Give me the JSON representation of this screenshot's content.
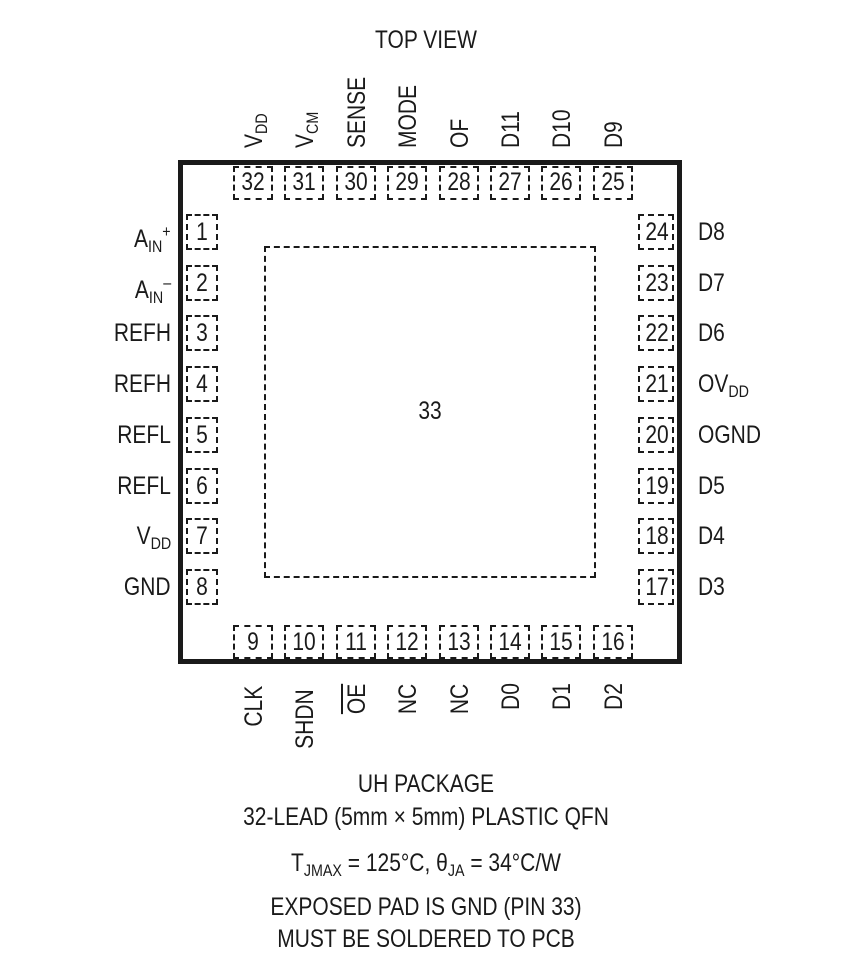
{
  "title": "TOP VIEW",
  "package": {
    "line1": "UH PACKAGE",
    "line2": "32-LEAD (5mm × 5mm) PLASTIC QFN",
    "thermal": {
      "tj": "T",
      "tj_sub": "JMAX",
      "tj_val": " = 125°C, ",
      "theta": "θ",
      "theta_sub": "JA",
      "theta_val": " = 34°C/W"
    },
    "note1": "EXPOSED PAD IS GND (PIN 33)",
    "note2": "MUST BE SOLDERED TO PCB"
  },
  "exposed_pad": "33",
  "left_pins": [
    {
      "num": "1",
      "name": "A",
      "sub": "IN",
      "sup": "+"
    },
    {
      "num": "2",
      "name": "A",
      "sub": "IN",
      "sup": "–"
    },
    {
      "num": "3",
      "name": "REFH"
    },
    {
      "num": "4",
      "name": "REFH"
    },
    {
      "num": "5",
      "name": "REFL"
    },
    {
      "num": "6",
      "name": "REFL"
    },
    {
      "num": "7",
      "name": "V",
      "sub": "DD"
    },
    {
      "num": "8",
      "name": "GND"
    }
  ],
  "right_pins": [
    {
      "num": "24",
      "name": "D8"
    },
    {
      "num": "23",
      "name": "D7"
    },
    {
      "num": "22",
      "name": "D6"
    },
    {
      "num": "21",
      "name": "OV",
      "sub": "DD"
    },
    {
      "num": "20",
      "name": "OGND"
    },
    {
      "num": "19",
      "name": "D5"
    },
    {
      "num": "18",
      "name": "D4"
    },
    {
      "num": "17",
      "name": "D3"
    }
  ],
  "top_pins": [
    {
      "num": "32",
      "name": "V",
      "sub": "DD"
    },
    {
      "num": "31",
      "name": "V",
      "sub": "CM"
    },
    {
      "num": "30",
      "name": "SENSE"
    },
    {
      "num": "29",
      "name": "MODE"
    },
    {
      "num": "28",
      "name": "OF"
    },
    {
      "num": "27",
      "name": "D11"
    },
    {
      "num": "26",
      "name": "D10"
    },
    {
      "num": "25",
      "name": "D9"
    }
  ],
  "bottom_pins": [
    {
      "num": "9",
      "name": "CLK"
    },
    {
      "num": "10",
      "name": "SHDN"
    },
    {
      "num": "11",
      "name": "OE",
      "overline": true
    },
    {
      "num": "12",
      "name": "NC"
    },
    {
      "num": "13",
      "name": "NC"
    },
    {
      "num": "14",
      "name": "D0"
    },
    {
      "num": "15",
      "name": "D1"
    },
    {
      "num": "16",
      "name": "D2"
    }
  ]
}
